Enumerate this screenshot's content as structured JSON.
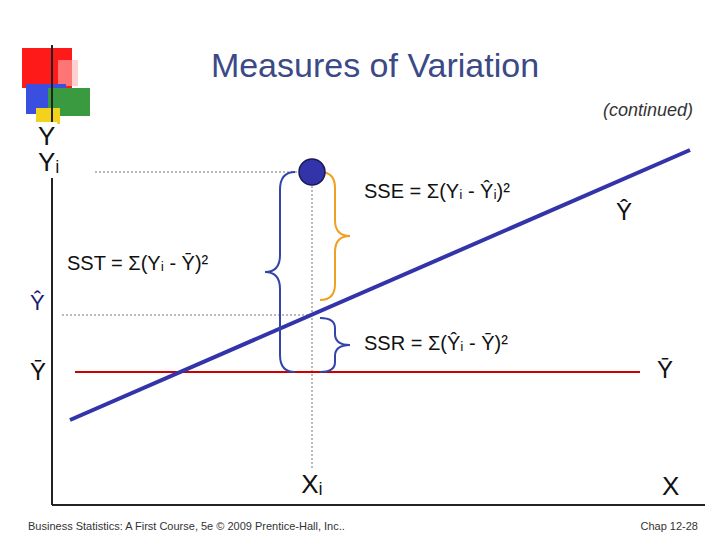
{
  "diagram": {
    "title": "Measures of Variation",
    "labels": [
      "(continued)",
      "Y",
      "Yᵢ",
      "Ŷ",
      "Ȳ",
      "SST = Σ(Yᵢ - Ȳ)²",
      "SSE = Σ(Yᵢ - Ŷᵢ)²",
      "SSR = Σ(Ŷᵢ - Ȳ)²",
      "Ŷ",
      "Ȳ",
      "Xᵢ",
      "X",
      "Business Statistics: A First Course, 5e © 2009 Prentice-Hall, Inc..",
      "Chap 12-28"
    ]
  }
}
